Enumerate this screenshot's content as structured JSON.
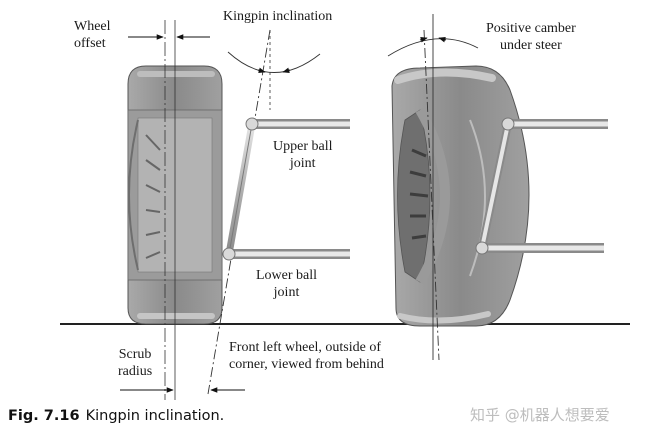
{
  "labels": {
    "wheel_offset": "Wheel\noffset",
    "kingpin_inclination": "Kingpin inclination",
    "positive_camber": "Positive camber\nunder steer",
    "upper_ball_joint": "Upper ball\njoint",
    "lower_ball_joint": "Lower ball\njoint",
    "scrub_radius": "Scrub\nradius",
    "view_note": "Front left wheel, outside of\ncorner, viewed from behind"
  },
  "caption": {
    "number": "Fig. 7.16",
    "text": "Kingpin inclination."
  },
  "watermark": "知乎 @机器人想要爱",
  "colors": {
    "tire": "#8e8e8e",
    "tire_light": "#c9c9c9",
    "rim": "#a8a8a8",
    "rod": "#b5b5b5",
    "ground": "#222222"
  }
}
